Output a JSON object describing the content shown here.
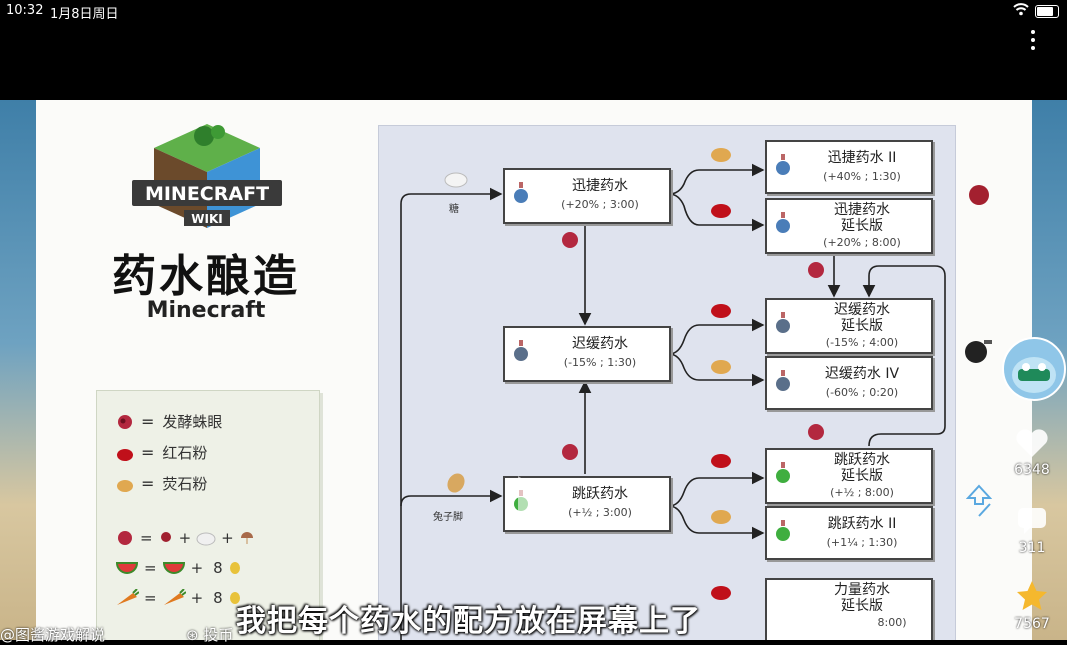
{
  "status": {
    "time": "10:32",
    "date": "1月8日周日"
  },
  "slide": {
    "logo_line1": "MINECRAFT",
    "logo_line2": "WIKI",
    "title_cn": "药水酿造",
    "title_en": "Minecraft",
    "legend": [
      {
        "icon": "spider-eye-icon",
        "label": "发酵蛛眼"
      },
      {
        "icon": "redstone-icon",
        "label": "红石粉"
      },
      {
        "icon": "glowstone-icon",
        "label": "荧石粉"
      }
    ],
    "recipes": {
      "plus": "+",
      "eq": "=",
      "count": "8"
    },
    "ingredient_labels": {
      "sugar": "糖",
      "rabbit_foot": "兔子脚"
    },
    "potions": {
      "swift": {
        "name": "迅捷药水",
        "stats": "(+20% ; 3:00)"
      },
      "swift2": {
        "name": "迅捷药水 II",
        "stats": "(+40% ; 1:30)"
      },
      "swift_ext": {
        "name1": "迅捷药水",
        "name2": "延长版",
        "stats": "(+20% ; 8:00)"
      },
      "slow": {
        "name": "迟缓药水",
        "stats": "(-15% ; 1:30)"
      },
      "slow_ext": {
        "name1": "迟缓药水",
        "name2": "延长版",
        "stats": "(-15% ; 4:00)"
      },
      "slow4": {
        "name": "迟缓药水 IV",
        "stats": "(-60% ; 0:20)"
      },
      "leap": {
        "name": "跳跃药水",
        "stats": "(+½ ; 3:00)"
      },
      "leap_ext": {
        "name1": "跳跃药水",
        "name2": "延长版",
        "stats": "(+½ ; 8:00)"
      },
      "leap2": {
        "name": "跳跃药水 II",
        "stats": "(+1¼ ; 1:30)"
      },
      "strength_ext": {
        "name1": "力量药水",
        "name2": "延长版",
        "stats": "8:00)"
      }
    }
  },
  "overlay": {
    "subtitle": "我把每个药水的配方放在屏幕上了",
    "author": "@图酱游戏解说",
    "coin": "投币"
  },
  "sidebar": {
    "likes": "6348",
    "comments": "311",
    "favorites": "7567"
  },
  "colors": {
    "accent_star": "#f5b82e",
    "tree_bg": "#dfe3ee",
    "legend_bg": "#eef1e7"
  }
}
